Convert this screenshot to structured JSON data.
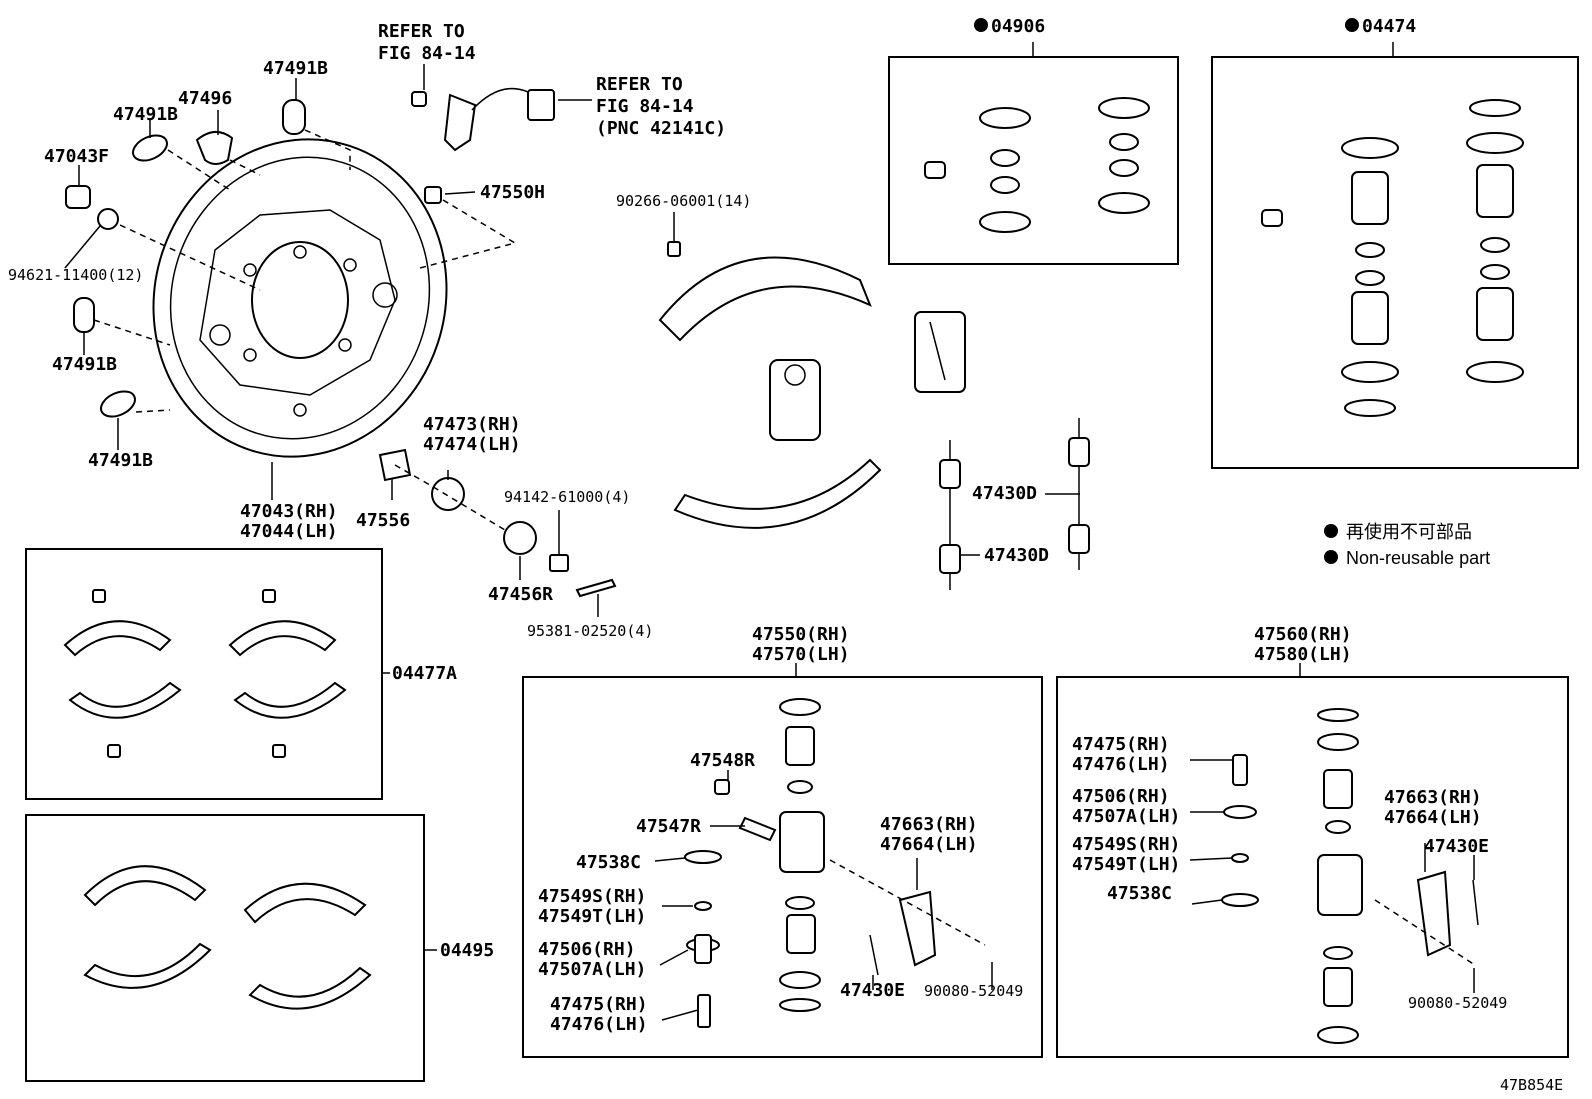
{
  "labels": {
    "refer_top_1": "REFER TO",
    "refer_top_2": "FIG 84-14",
    "refer_right_1": "REFER TO",
    "refer_right_2": "FIG 84-14",
    "refer_right_3": "(PNC 42141C)",
    "p47491B_a": "47491B",
    "p47496": "47496",
    "p47491B_b": "47491B",
    "p47043F": "47043F",
    "p47550H": "47550H",
    "p94621": "94621-11400(12)",
    "p47491B_c": "47491B",
    "p47491B_d": "47491B",
    "p47043": "47043(RH)",
    "p47044": "47044(LH)",
    "p47556": "47556",
    "p47473": "47473(RH)",
    "p47474": "47474(LH)",
    "p94142": "94142-61000(4)",
    "p47456R": "47456R",
    "p95381": "95381-02520(4)",
    "p90266": "90266-06001(14)",
    "p47430D_a": "47430D",
    "p47430D_b": "47430D",
    "p04906": "04906",
    "p04474": "04474",
    "p04477A": "04477A",
    "p04495": "04495",
    "p47550RH": "47550(RH)",
    "p47570LH": "47570(LH)",
    "p47560RH": "47560(RH)",
    "p47580LH": "47580(LH)",
    "p47548R": "47548R",
    "p47547R": "47547R",
    "p47538C_a": "47538C",
    "p47549S_a": "47549S(RH)",
    "p47549T_a": "47549T(LH)",
    "p47506_a": "47506(RH)",
    "p47507A_a": "47507A(LH)",
    "p47475_a": "47475(RH)",
    "p47476_a": "47476(LH)",
    "p47663_a": "47663(RH)",
    "p47664_a": "47664(LH)",
    "p47430E_a": "47430E",
    "p90080_a": "90080-52049",
    "p47475_b": "47475(RH)",
    "p47476_b": "47476(LH)",
    "p47506_b": "47506(RH)",
    "p47507A_b": "47507A(LH)",
    "p47549S_b": "47549S(RH)",
    "p47549T_b": "47549T(LH)",
    "p47538C_b": "47538C",
    "p47663_b": "47663(RH)",
    "p47664_b": "47664(LH)",
    "p47430E_b": "47430E",
    "p90080_b": "90080-52049",
    "code": "47B854E"
  },
  "legend": {
    "jp": "再使用不可部品",
    "en": "Non-reusable part"
  }
}
